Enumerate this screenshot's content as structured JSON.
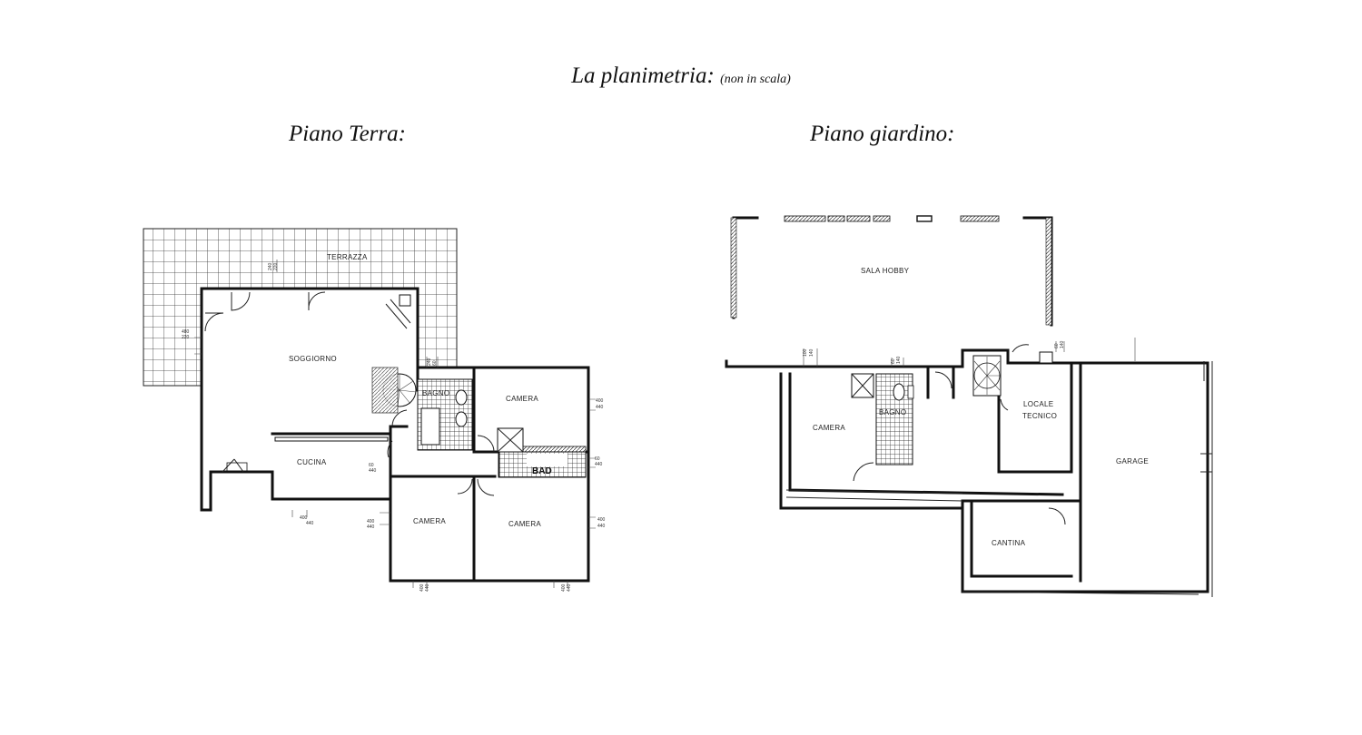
{
  "header": {
    "title": "La planimetria:",
    "note": "(non in scala)"
  },
  "plans": [
    {
      "heading": "Piano Terra:",
      "rooms": [
        "TERRAZZA",
        "SOGGIORNO",
        "BAGNO",
        "CAMERA",
        "CUCINA",
        "BAD",
        "CAMERA",
        "CAMERA"
      ]
    },
    {
      "heading": "Piano giardino:",
      "rooms": [
        "SALA HOBBY",
        "CAMERA",
        "BAGNO",
        "LOCALE",
        "TECNICO",
        "GARAGE",
        "CANTINA"
      ]
    }
  ]
}
